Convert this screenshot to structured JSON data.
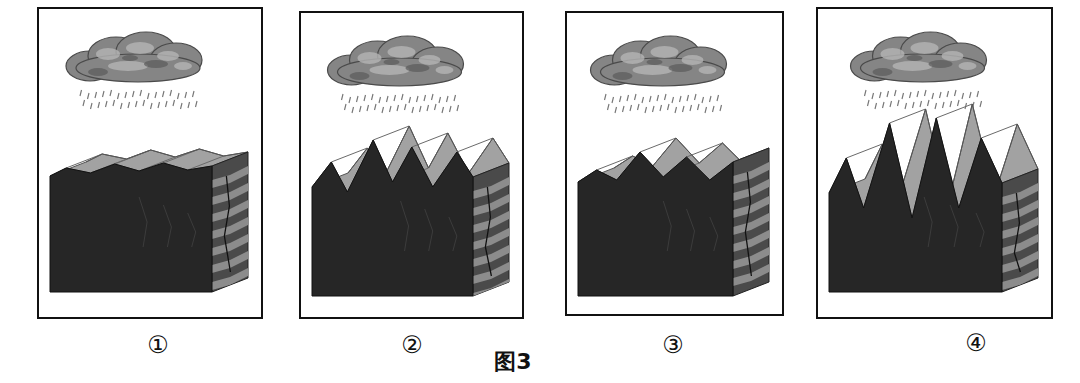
{
  "diagram": {
    "caption": "图3",
    "labels": [
      "①",
      "②",
      "③",
      "④"
    ]
  }
}
